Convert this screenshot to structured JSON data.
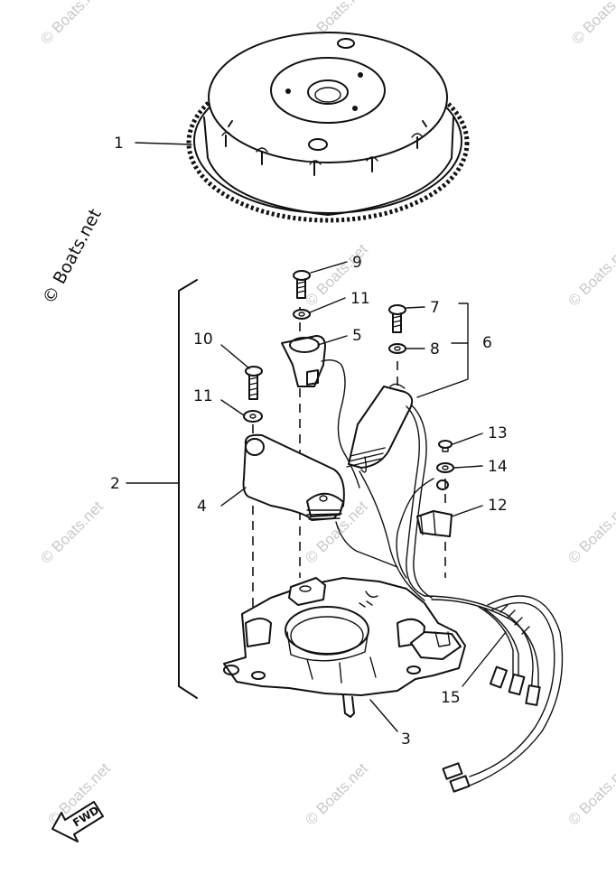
{
  "watermark": "© Boats.net",
  "fwd_label": "FWD",
  "callouts": {
    "p1": "1",
    "p2": "2",
    "p3": "3",
    "p4": "4",
    "p5": "5",
    "p6": "6",
    "p7": "7",
    "p8": "8",
    "p9": "9",
    "p10": "10",
    "p11a": "11",
    "p11b": "11",
    "p12": "12",
    "p13": "13",
    "p14": "14",
    "p15": "15"
  }
}
